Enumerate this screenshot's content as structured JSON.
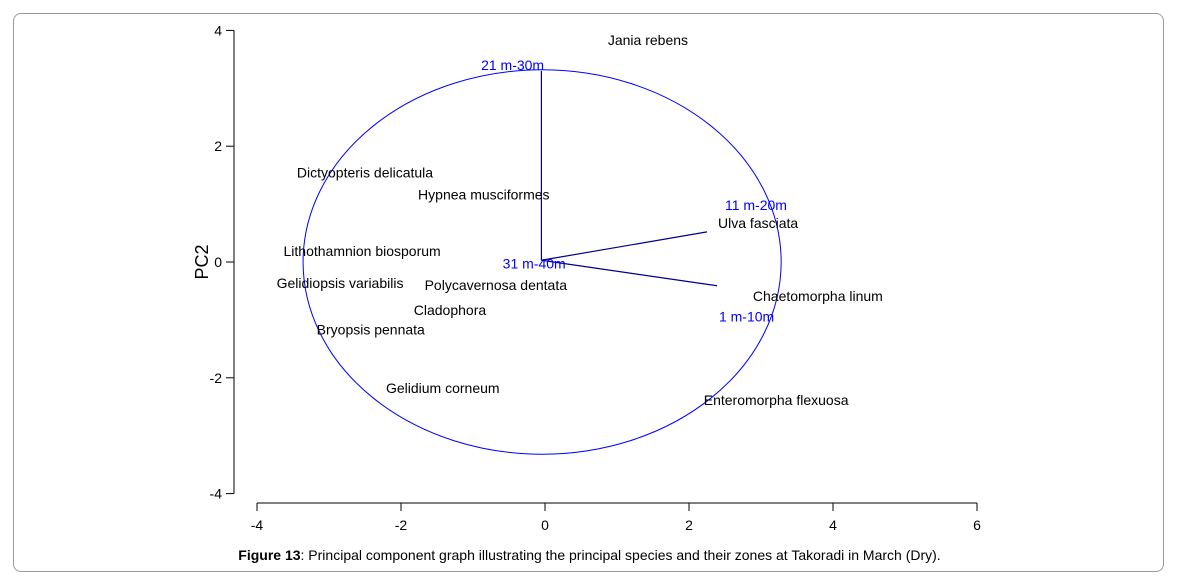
{
  "chart_data": {
    "type": "scatter",
    "title": "",
    "xlabel": "",
    "ylabel": "PC2",
    "xlim": [
      -4,
      6
    ],
    "ylim": [
      -4,
      4
    ],
    "xticks": [
      -4,
      -2,
      0,
      2,
      4,
      6
    ],
    "yticks": [
      -4,
      -2,
      0,
      2,
      4
    ],
    "grid": false,
    "species": [
      {
        "name": "Jania rebens",
        "x": 1.43,
        "y": 3.83
      },
      {
        "name": "Dictyopteris delicatula",
        "x": -2.5,
        "y": 1.55
      },
      {
        "name": "Hypnea musciformes",
        "x": -0.85,
        "y": 1.17
      },
      {
        "name": "Ulva fasciata",
        "x": 2.96,
        "y": 0.67
      },
      {
        "name": "Lithothamnion biosporum",
        "x": -2.54,
        "y": 0.19
      },
      {
        "name": "Gelidiopsis variabilis",
        "x": -2.43,
        "y": -0.36
      },
      {
        "name": "Polycavernosa dentata",
        "x": -1.1,
        "y": -0.47
      },
      {
        "name": "Cladophora",
        "x": -1.32,
        "y": -0.71
      },
      {
        "name": "Chaetomorpha linum",
        "x": 3.79,
        "y": -0.59
      },
      {
        "name": "Bryopsis pennata",
        "x": -2.42,
        "y": -1.17
      },
      {
        "name": "Gelidium corneum",
        "x": -1.42,
        "y": -2.18
      },
      {
        "name": "Enteromorpha flexuosa",
        "x": 3.21,
        "y": -2.38
      }
    ],
    "zones": [
      {
        "name": "21 m-30m",
        "x": -0.05,
        "y": 3.3,
        "lx": -0.45,
        "ly": 3.4
      },
      {
        "name": "11 m-20m",
        "x": 2.25,
        "y": 0.52,
        "lx": 2.93,
        "ly": 0.67
      },
      {
        "name": "1 m-10m",
        "x": 2.39,
        "y": -0.41,
        "lx": 2.8,
        "ly": -0.63
      },
      {
        "name": "31 m-40m",
        "x": -0.02,
        "y": 0.03,
        "lx": -0.15,
        "ly": -0.03
      }
    ],
    "circle_radius": 3.32,
    "colors": {
      "species": "#000000",
      "zones": "#0000ff"
    }
  },
  "caption": {
    "label": "Figure 13",
    "text": ": Principal component graph illustrating the principal species and their zones at Takoradi in March (Dry)."
  }
}
